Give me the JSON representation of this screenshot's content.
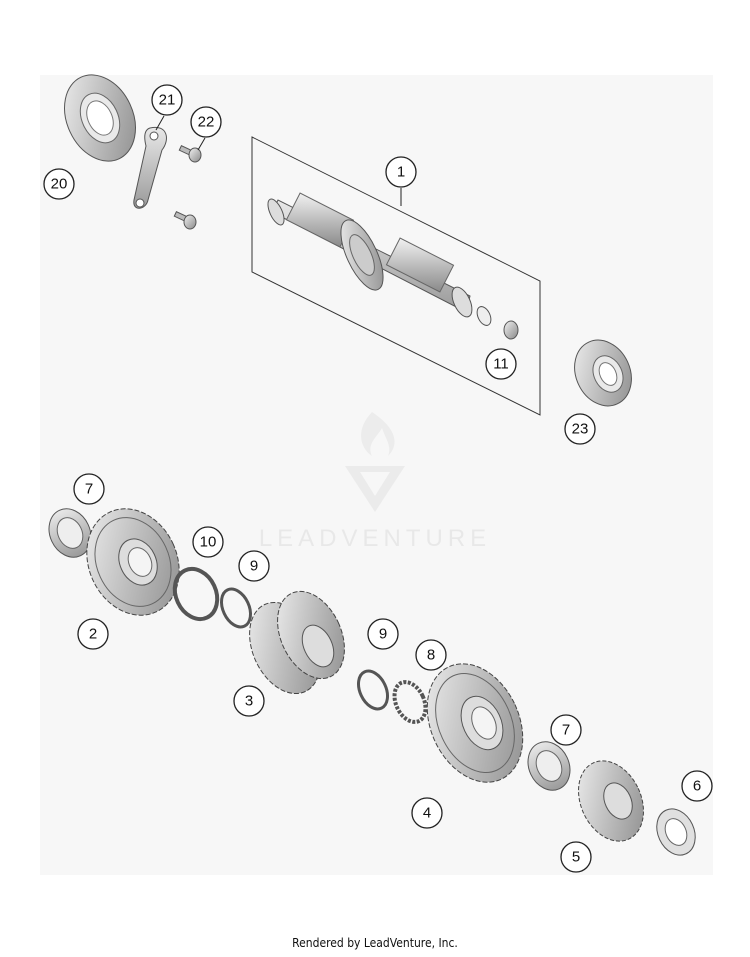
{
  "watermark": {
    "brand": "LEADVENTURE"
  },
  "callouts": [
    "1",
    "2",
    "3",
    "4",
    "5",
    "6",
    "7",
    "7",
    "8",
    "9",
    "9",
    "10",
    "11",
    "20",
    "21",
    "22",
    "23"
  ],
  "footer": {
    "text": "Rendered by LeadVenture, Inc."
  }
}
